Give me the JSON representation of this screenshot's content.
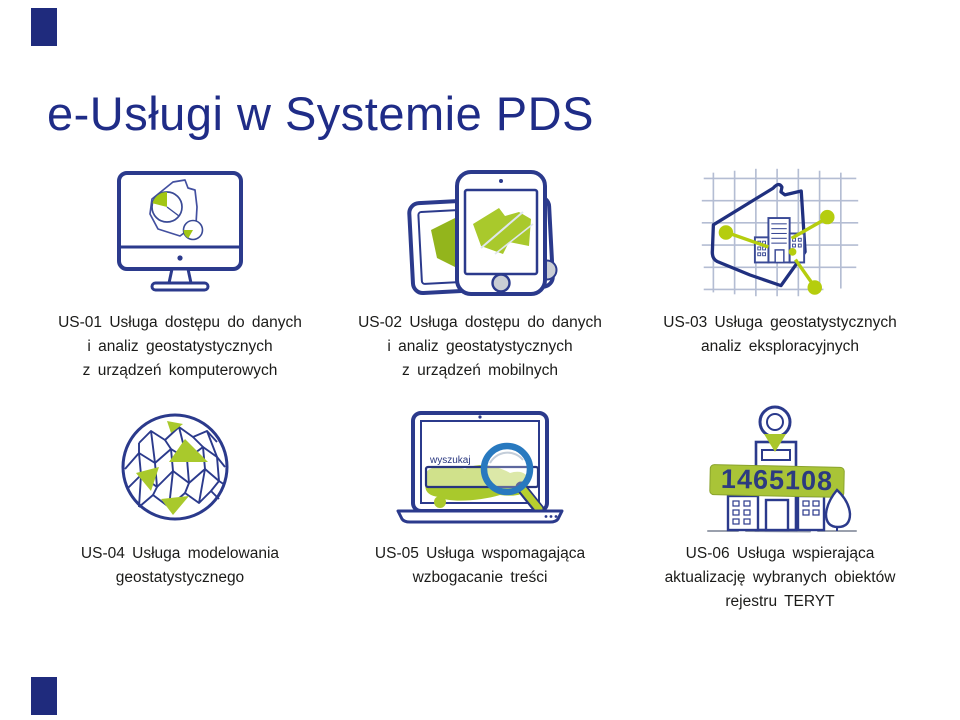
{
  "slide": {
    "title": "e-Usługi w Systemie PDS",
    "colors": {
      "title_navy": "#1f2c87",
      "icon_navy": "#2b3a8c",
      "lime_green": "#a9c92c",
      "lime_bright": "#b5cd0e",
      "magnifier_blue": "#2879bf",
      "caption_text": "#1b1b19"
    },
    "services": [
      {
        "id": "US-01",
        "icon": "desktop-computer-icon",
        "lines": [
          "US-01 Usługa dostępu do danych",
          "i analiz geostatystycznych",
          "z urządzeń komputerowych"
        ]
      },
      {
        "id": "US-02",
        "icon": "mobile-devices-icon",
        "lines": [
          "US-02 Usługa dostępu do danych",
          "i analiz geostatystycznych",
          "z urządzeń mobilnych"
        ]
      },
      {
        "id": "US-03",
        "icon": "map-analysis-icon",
        "lines": [
          "US-03 Usługa geostatystycznych",
          "analiz eksploracyjnych",
          ""
        ]
      },
      {
        "id": "US-04",
        "icon": "geodesic-globe-icon",
        "lines": [
          "US-04 Usługa modelowania",
          "geostatystycznego",
          ""
        ]
      },
      {
        "id": "US-05",
        "icon": "laptop-search-icon",
        "lines": [
          "US-05 Usługa wspomagająca",
          "wzbogacanie treści",
          ""
        ]
      },
      {
        "id": "US-06",
        "icon": "building-registry-icon",
        "lines": [
          "US-06 Usługa wspierająca",
          "aktualizację wybranych obiektów",
          "rejestru TERYT"
        ]
      }
    ],
    "icon_labels": {
      "search": "wyszukaj",
      "teryt_number": "1465108"
    }
  }
}
